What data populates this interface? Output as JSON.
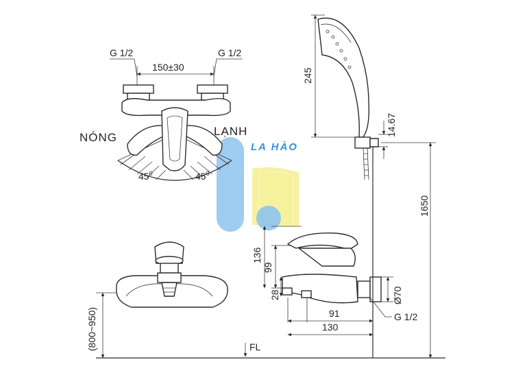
{
  "top_view": {
    "left_inlet": "G 1/2",
    "right_inlet": "G 1/2",
    "spacing": "150±30",
    "hot_label": "NÓNG",
    "cold_label": "LẠNH",
    "angle_left": "45",
    "angle_right": "45",
    "degree_mark": "0"
  },
  "front_view": {
    "height_range": "(800~950)",
    "floor_label": "FL"
  },
  "side_view": {
    "dim_136": "136",
    "dim_99": "99",
    "dim_28": "28",
    "dim_91": "91",
    "dim_130": "130",
    "dim_diameter": "Ø70",
    "inlet": "G 1/2"
  },
  "shower": {
    "dim_245": "245",
    "dim_1467": "14.67",
    "dim_1650": "1650"
  },
  "watermark": {
    "text": "LA HÀO",
    "colors": {
      "blue": "#3a8fdc",
      "yellow": "#f2e84a"
    }
  }
}
